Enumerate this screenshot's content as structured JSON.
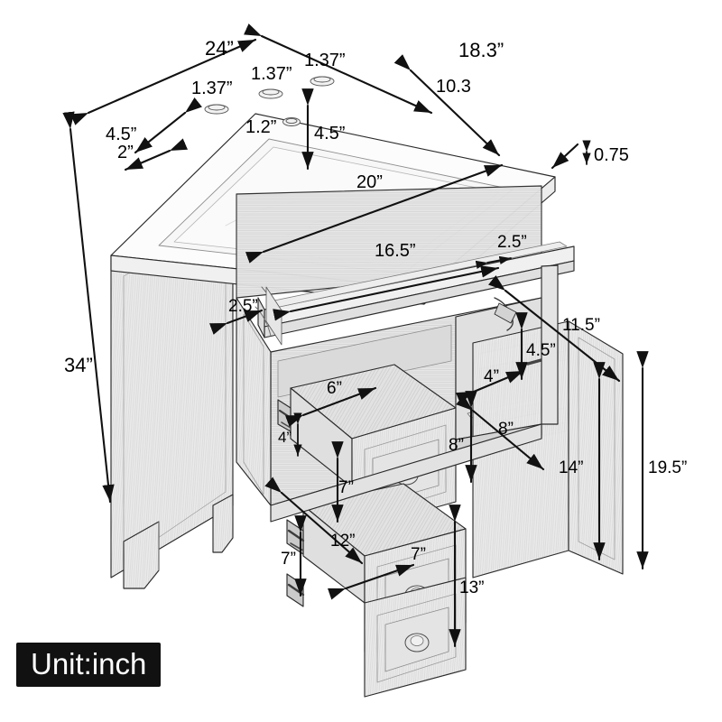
{
  "drawing": {
    "title": "Bathroom vanity dimension drawing",
    "unit_badge": "Unit:inch",
    "line_color": "#1a1a1a",
    "wood_fill": "#e9e9e9",
    "wood_fill_dark": "#d8d8d8",
    "wood_fill_light": "#f2f2f2",
    "counter_fill": "#fbfbfb",
    "background": "#ffffff"
  },
  "dimensions": {
    "top_width": "24”",
    "top_depth": "18.3”",
    "counter_thickness": "0.75",
    "basin_length": "20”",
    "basin_width": "10.3",
    "faucet_hole_left": "1.37”",
    "faucet_hole_center": "1.37”",
    "faucet_hole_right": "1.37”",
    "overflow_hole": "1.2”",
    "basin_center_offset": "4.5”",
    "rim_back": "4.5”",
    "rim_side": "2”",
    "total_height": "34”",
    "top_drawer_width": "16.5”",
    "top_drawer_height_front": "2.5”",
    "top_drawer_height_side": "2.5”",
    "door_width": "11.5”",
    "door_height": "19.5”",
    "shelf_upper_height": "4.5”",
    "shelf_upper_depth": "4”",
    "shelf_lower_height": "8”",
    "shelf_lower_depth": "8”",
    "door_inner_height": "14”",
    "drawer_mid_depth": "6”",
    "drawer_mid_gap": "4”",
    "drawer_mid_height": "7”",
    "drawer_mid_width": "12”",
    "drawer_low_gap": "7”",
    "drawer_low_depth": "7”",
    "drawer_low_height": "13”"
  }
}
